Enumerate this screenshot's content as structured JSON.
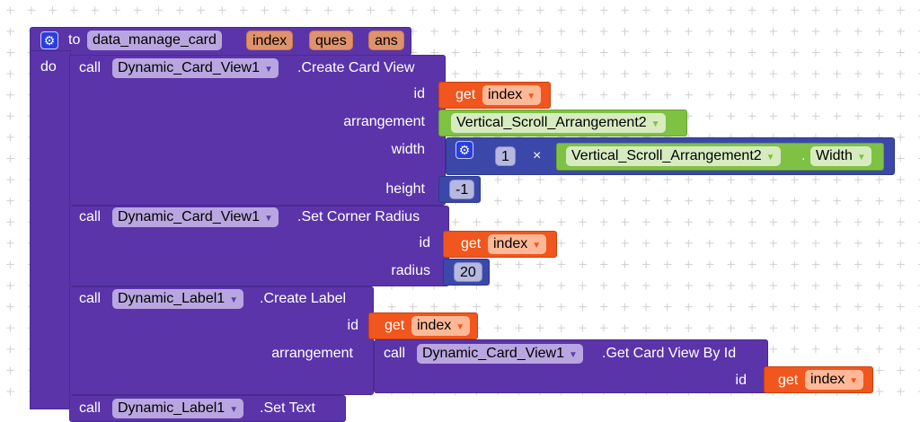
{
  "procedure": {
    "to": "to",
    "name": "data_manage_card",
    "params": [
      "index",
      "ques",
      "ans"
    ],
    "do": "do"
  },
  "blocks": {
    "create_card": {
      "call": "call",
      "component": "Dynamic_Card_View1",
      "method": ".Create Card View",
      "args": {
        "id": "id",
        "arrangement": "arrangement",
        "width": "width",
        "height": "height"
      },
      "id_get": "get",
      "id_var": "index",
      "arrangement_value": "Vertical_Scroll_Arrangement2",
      "width_multiplier": "1",
      "times": "×",
      "width_component": "Vertical_Scroll_Arrangement2",
      "dot": ".",
      "width_property": "Width",
      "height_value": "-1"
    },
    "corner": {
      "call": "call",
      "component": "Dynamic_Card_View1",
      "method": ".Set Corner Radius",
      "args": {
        "id": "id",
        "radius": "radius"
      },
      "id_get": "get",
      "id_var": "index",
      "radius_value": "20"
    },
    "label": {
      "call": "call",
      "component": "Dynamic_Label1",
      "method": ".Create Label",
      "args": {
        "id": "id",
        "arrangement": "arrangement"
      },
      "id_get": "get",
      "id_var": "index",
      "inner": {
        "call": "call",
        "component": "Dynamic_Card_View1",
        "method": ".Get Card View By Id",
        "arg": "id",
        "id_get": "get",
        "id_var": "index"
      }
    },
    "settext": {
      "call": "call",
      "component": "Dynamic_Label1",
      "method": ".Set Text"
    }
  },
  "colors": {
    "procedure": "#5b34aa",
    "get": "#f0561d",
    "component_green": "#7fc143",
    "math": "#3b48a9"
  }
}
